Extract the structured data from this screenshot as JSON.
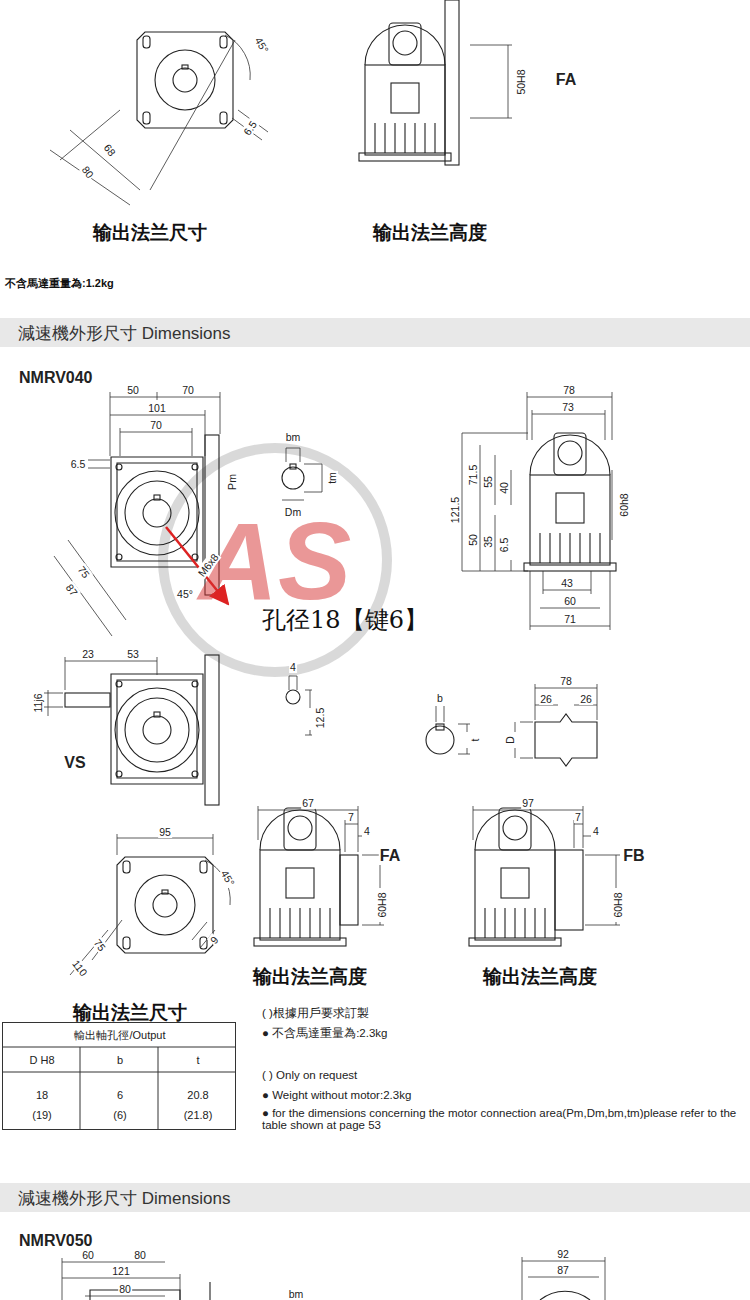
{
  "diagram": {
    "nodes": [
      {
        "text": [
          "減速機外形尺寸 Dimensions"
        ]
      },
      {
        "text": [
          "輸出軸孔徑/Output",
          "D H8",
          "b",
          "t",
          "18",
          "6",
          "20.8",
          "(19)",
          "(6)",
          "(21.8)"
        ]
      },
      {
        "text": [
          "減速機外形尺寸 Dimensions"
        ]
      }
    ],
    "labels": [
      "45°",
      "68",
      "80",
      "6.5",
      "50H8",
      "FA",
      "输出法兰尺寸",
      "输出法兰高度",
      "不含馬達重量為:1.2kg",
      "NMRV040",
      "50",
      "70",
      "101",
      "70",
      "6.5",
      "Pm",
      "M6x8",
      "75",
      "87",
      "45°",
      "bm",
      "tm",
      "Dm",
      "78",
      "73",
      "121.5",
      "71.5",
      "55",
      "40",
      "50",
      "35",
      "6.5",
      "60h8",
      "43",
      "60",
      "71",
      "孔径18【键6】",
      "23",
      "53",
      "11j6",
      "VS",
      "4",
      "12.5",
      "b",
      "t",
      "D",
      "78",
      "26",
      "26",
      "67",
      "7",
      "4",
      "FA",
      "60H8",
      "97",
      "7",
      "4",
      "FB",
      "60H8",
      "95",
      "45°",
      "75",
      "110",
      "9",
      "输出法兰高度",
      "输出法兰高度",
      "输出法兰尺寸",
      "(   )根據用戶要求訂製",
      "● 不含馬達重量為:2.3kg",
      "(   ) Only on request",
      "● Weight without motor:2.3kg",
      "● for the dimensions concerning the motor connection area(Pm,Dm,bm,tm)please refer to the table shown at page 53",
      "NMRV050",
      "60",
      "80",
      "121",
      "80",
      "bm",
      "92",
      "87",
      "AS"
    ]
  }
}
